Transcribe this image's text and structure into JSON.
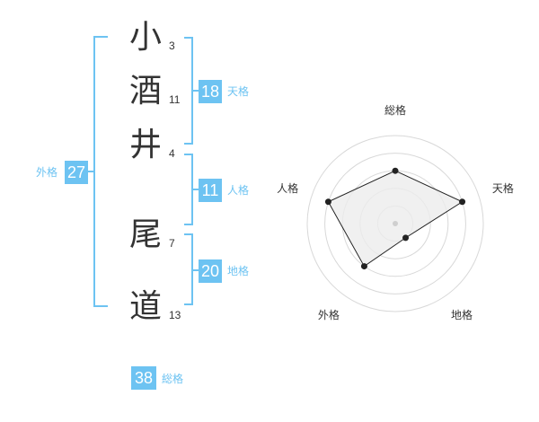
{
  "name": {
    "chars": [
      {
        "char": "小",
        "strokes": "3"
      },
      {
        "char": "酒",
        "strokes": "11"
      },
      {
        "char": "井",
        "strokes": "4"
      },
      {
        "char": "尾",
        "strokes": "7"
      },
      {
        "char": "道",
        "strokes": "13"
      }
    ]
  },
  "scores": {
    "tenkaku": {
      "value": "18",
      "label": "天格"
    },
    "jinkaku": {
      "value": "11",
      "label": "人格"
    },
    "chikaku": {
      "value": "20",
      "label": "地格"
    },
    "gaikaku": {
      "value": "27",
      "label": "外格"
    },
    "soukaku": {
      "value": "38",
      "label": "総格"
    }
  },
  "chart_data": {
    "type": "radar",
    "axes": [
      "総格",
      "天格",
      "地格",
      "外格",
      "人格"
    ],
    "values": [
      3,
      4,
      1,
      3,
      4
    ],
    "max": 5,
    "rings": 5,
    "colors": {
      "accent": "#6dc3f2",
      "fill": "#ececec",
      "line": "#222222"
    }
  }
}
